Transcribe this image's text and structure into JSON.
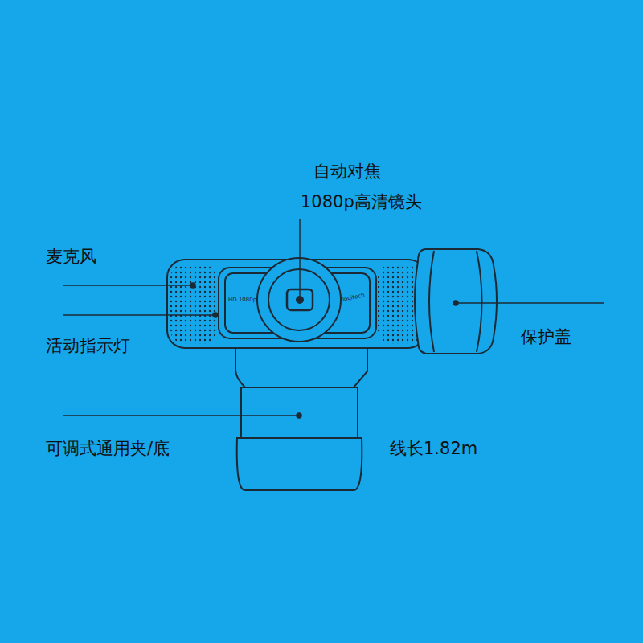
{
  "diagram": {
    "labels": [
      "自动对焦",
      "1080p高清镜头",
      "麦克风",
      "活动指示灯",
      "保护盖",
      "可调式通用夹/底",
      "线长1.82m",
      "HD 1080p",
      "logitech"
    ]
  }
}
